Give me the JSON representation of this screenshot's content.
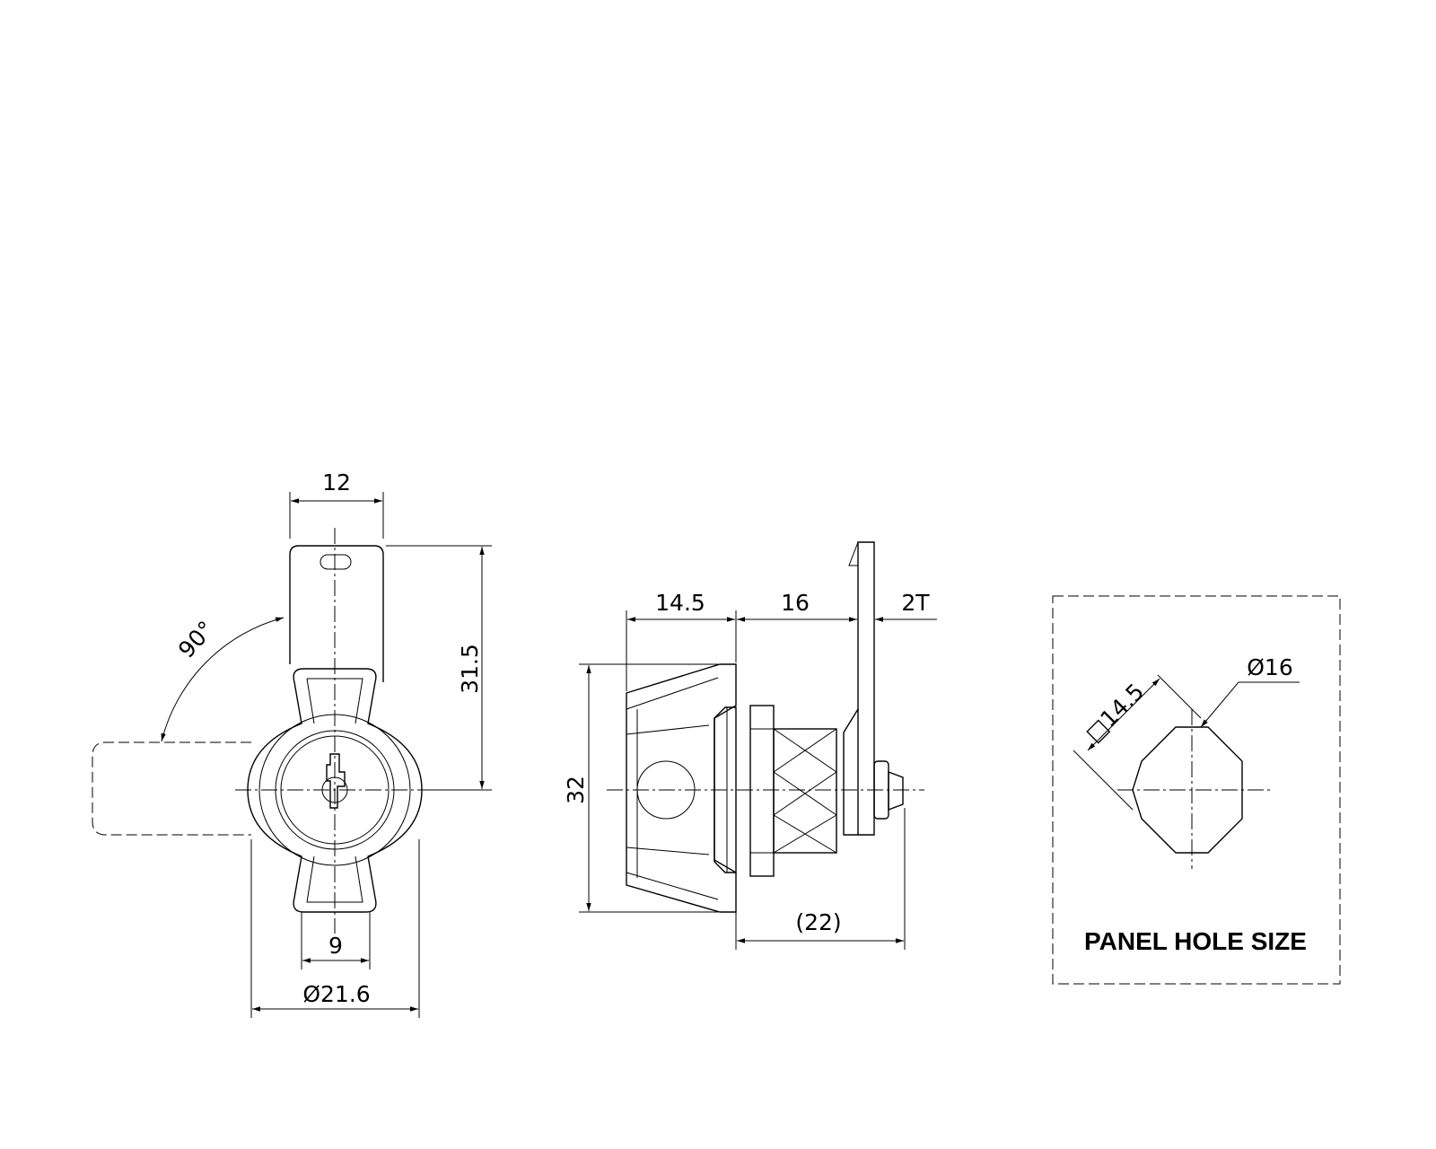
{
  "front_view": {
    "dims": {
      "width_top": "12",
      "height_right": "31.5",
      "angle": "90°",
      "width_bottom": "9",
      "diameter": "Ø21.6"
    }
  },
  "side_view": {
    "dims": {
      "body_len": "14.5",
      "shaft_len": "16",
      "cam_thickness": "2T",
      "body_dia": "32",
      "overall_len": "(22)"
    }
  },
  "panel_hole": {
    "square": "□14.5",
    "diameter": "Ø16",
    "title": "PANEL HOLE SIZE"
  }
}
